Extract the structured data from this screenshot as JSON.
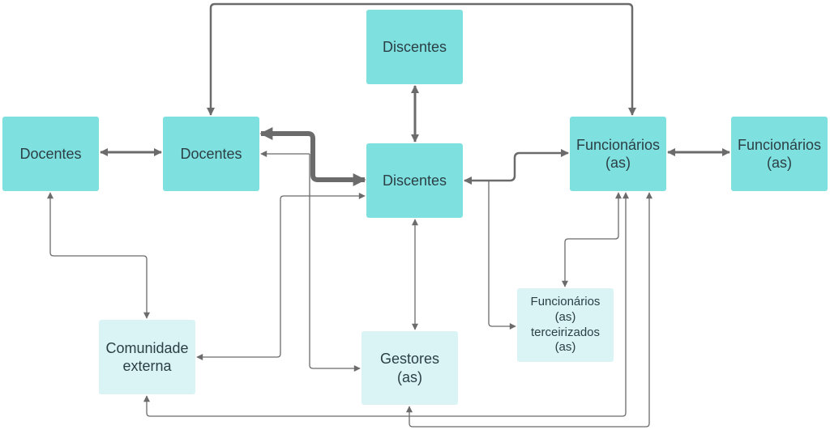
{
  "diagram": {
    "colors": {
      "primary_fill": "#7fe0e0",
      "secondary_fill": "#daf3f5",
      "connector": "#6b6b6b",
      "text": "#2b3f44"
    },
    "nodes": {
      "docentes_left": "Docentes",
      "docentes_center": "Docentes",
      "discentes_top": "Discentes",
      "discentes_center": "Discentes",
      "funcionarios_center": "Funcionários\n(as)",
      "funcionarios_right": "Funcionários\n(as)",
      "comunidade_externa": "Comunidade\nexterna",
      "gestores": "Gestores\n(as)",
      "funcionarios_terceirizados": "Funcionários\n(as)\nterceirizados\n(as)"
    },
    "connections": [
      {
        "from": "docentes_left",
        "to": "docentes_center",
        "direction": "both",
        "weight": "medium"
      },
      {
        "from": "discentes_top",
        "to": "discentes_center",
        "direction": "both",
        "weight": "medium"
      },
      {
        "from": "funcionarios_center",
        "to": "funcionarios_right",
        "direction": "both",
        "weight": "medium"
      },
      {
        "from": "funcionarios_center",
        "to": "docentes_center",
        "direction": "both",
        "weight": "medium"
      },
      {
        "from": "docentes_center",
        "to": "discentes_center",
        "direction": "both",
        "weight": "heavy"
      },
      {
        "from": "discentes_center",
        "to": "docentes_center",
        "direction": "forward",
        "weight": "thin"
      },
      {
        "from": "discentes_center",
        "to": "funcionarios_center",
        "direction": "both",
        "weight": "medium"
      },
      {
        "from": "docentes_left",
        "to": "comunidade_externa",
        "direction": "both",
        "weight": "thin"
      },
      {
        "from": "comunidade_externa",
        "to": "discentes_center",
        "direction": "both",
        "weight": "thin"
      },
      {
        "from": "discentes_center",
        "to": "gestores",
        "direction": "both",
        "weight": "thin"
      },
      {
        "from": "docentes_center",
        "to": "gestores",
        "direction": "forward",
        "weight": "thin"
      },
      {
        "from": "discentes_center",
        "to": "funcionarios_terceirizados",
        "direction": "forward",
        "weight": "thin"
      },
      {
        "from": "funcionarios_center",
        "to": "funcionarios_terceirizados",
        "direction": "both",
        "weight": "thin"
      },
      {
        "from": "comunidade_externa",
        "to": "funcionarios_center",
        "direction": "both",
        "weight": "thin"
      },
      {
        "from": "gestores",
        "to": "funcionarios_center",
        "direction": "both",
        "weight": "thin"
      }
    ]
  }
}
